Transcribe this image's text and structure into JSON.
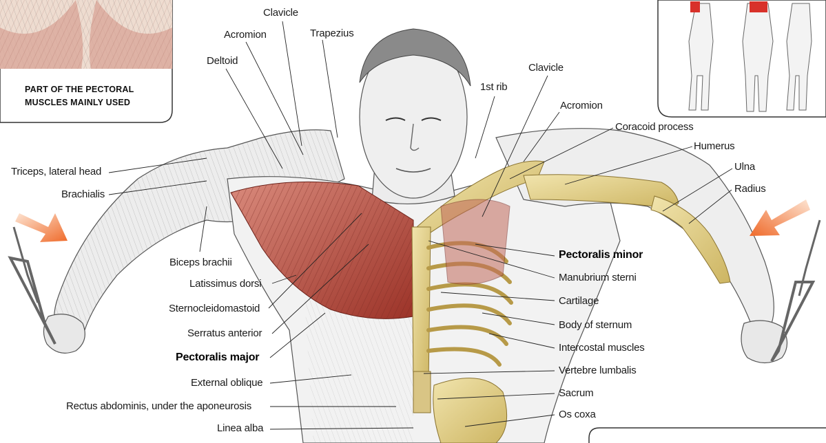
{
  "inset_caption": {
    "line1": "PART OF THE PECTORAL",
    "line2": "MUSCLES MAINLY USED"
  },
  "labels": {
    "clavicle_left": "Clavicle",
    "acromion_left": "Acromion",
    "trapezius": "Trapezius",
    "deltoid": "Deltoid",
    "first_rib": "1st rib",
    "clavicle_right": "Clavicle",
    "acromion_right": "Acromion",
    "coracoid_process": "Coracoid process",
    "humerus": "Humerus",
    "ulna": "Ulna",
    "radius": "Radius",
    "triceps_lateral_head": "Triceps, lateral head",
    "brachialis": "Brachialis",
    "biceps_brachii": "Biceps brachii",
    "latissimus_dorsi": "Latissimus dorsi",
    "sternocleidomastoid": "Sternocleidomastoid",
    "serratus_anterior": "Serratus anterior",
    "pectoralis_major": "Pectoralis major",
    "external_oblique": "External oblique",
    "rectus_abdominis": "Rectus abdominis, under the aponeurosis",
    "linea_alba": "Linea alba",
    "pectoralis_minor": "Pectoralis minor",
    "manubrium_sterni": "Manubrium sterni",
    "cartilage": "Cartilage",
    "body_of_sternum": "Body of sternum",
    "intercostal_muscles": "Intercostal muscles",
    "vertebre_lumbalis": "Vertebre lumbalis",
    "sacrum": "Sacrum",
    "os_coxa": "Os coxa"
  },
  "colors": {
    "muscle_red": "#b8443a",
    "bone_yellow": "#e6d48e",
    "skin_line": "#6a6a6a",
    "arrow_orange": "#f07a3a"
  }
}
